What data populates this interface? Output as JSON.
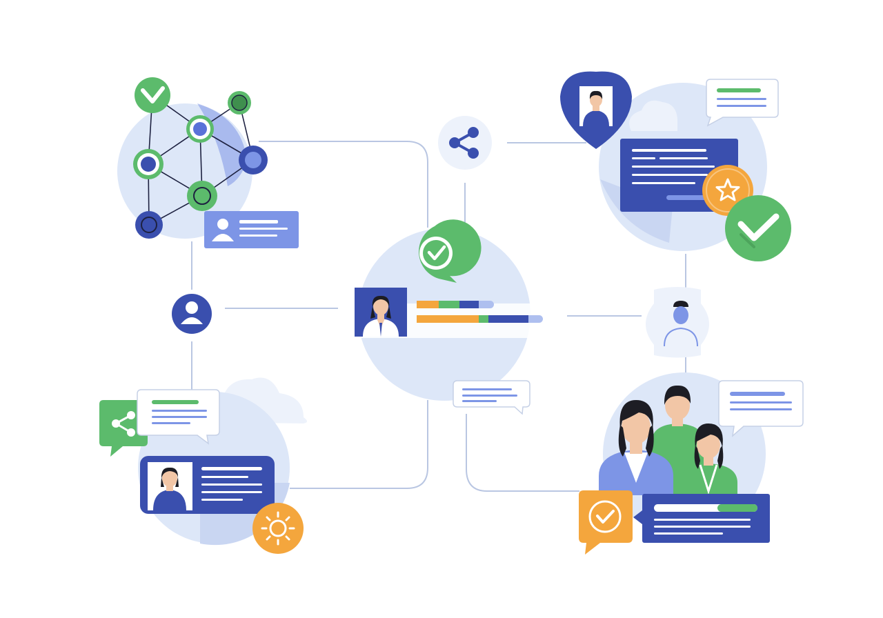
{
  "illustration": {
    "kind": "network-collaboration",
    "palette": {
      "navy": "#3a4fae",
      "periwinkle": "#7d95e6",
      "light_blue": "#dde7f8",
      "pale_blue": "#edf2fb",
      "green": "#5cbb6c",
      "dark_green": "#3f8f4e",
      "orange": "#f4a63d",
      "skin": "#f2c6a6",
      "hair": "#1d1d24",
      "line": "#b9c6e2",
      "bubble_border": "#c5d0e6"
    },
    "icons": [
      "network-graph-icon",
      "check-badge-icon",
      "share-icon",
      "user-circle-icon",
      "location-pin-icon",
      "star-badge-icon",
      "sun-icon",
      "chat-bubble-icon",
      "profile-card-icon"
    ],
    "progress": {
      "top_bar": [
        0.35,
        0.3,
        0.25,
        0.1
      ],
      "bottom_bar": [
        0.5,
        0.05,
        0.4,
        0.05
      ],
      "card_bar": 0.6
    }
  }
}
